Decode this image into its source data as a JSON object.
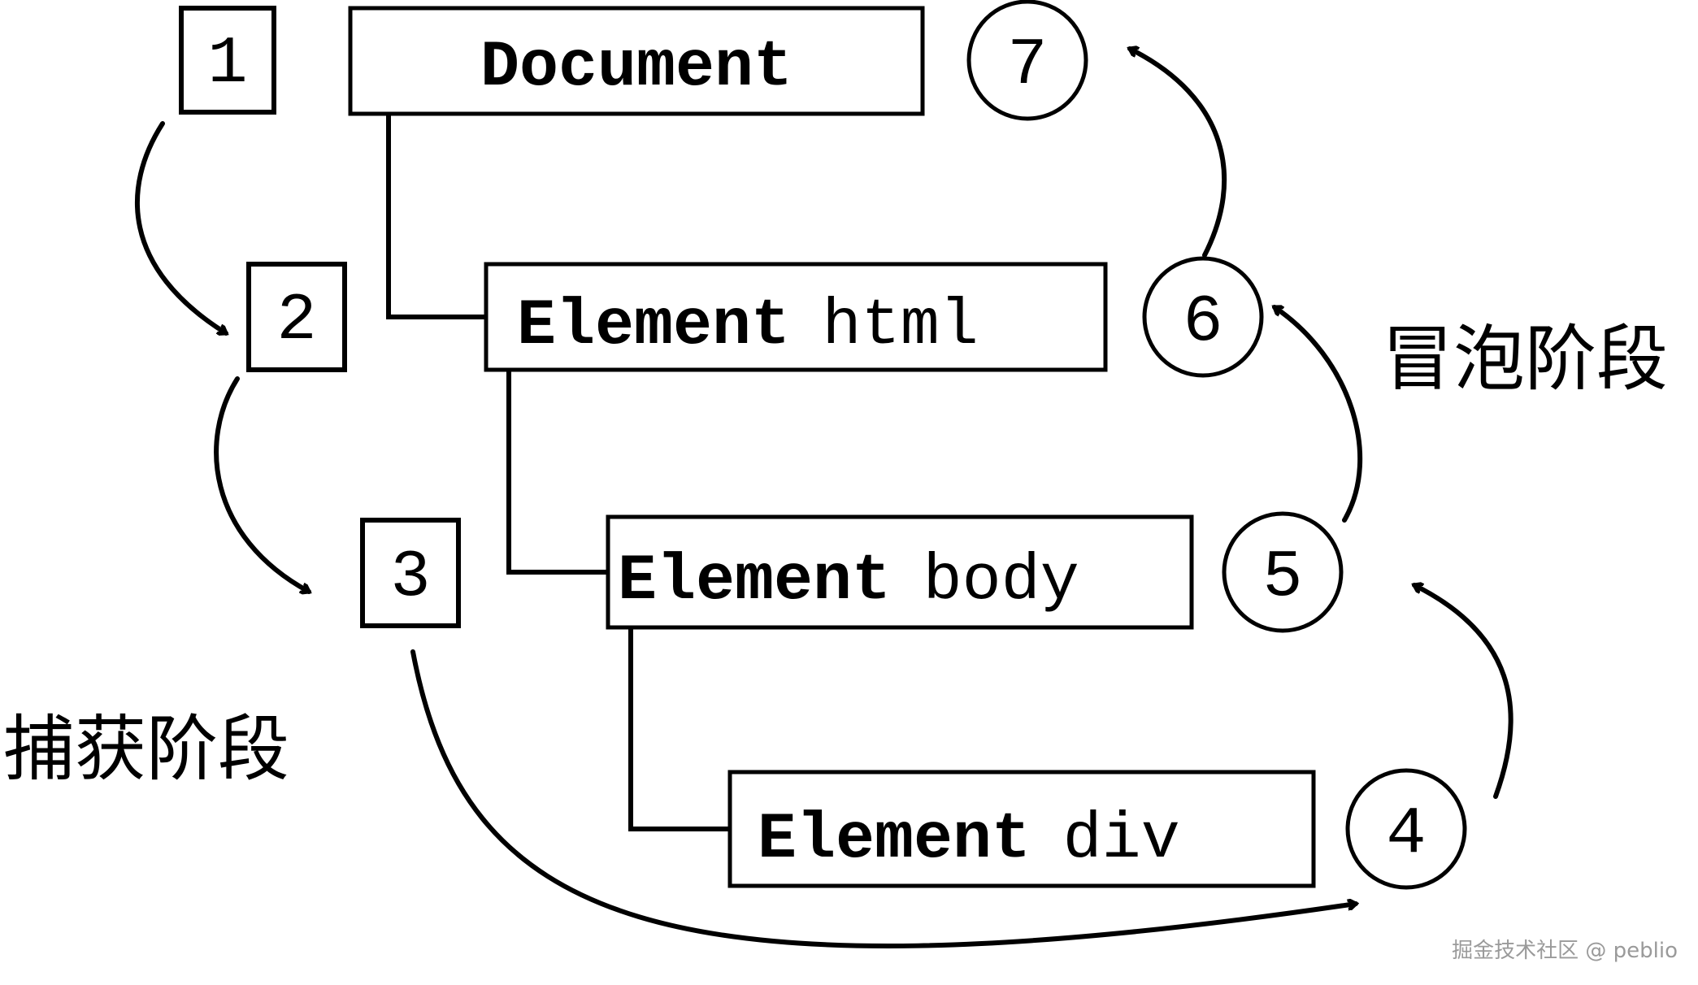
{
  "colors": {
    "ink": "#000000",
    "background": "#ffffff",
    "watermark": "#9a9a9a"
  },
  "nodes": [
    {
      "kind": "Document",
      "tag": ""
    },
    {
      "kind": "Element",
      "tag": "html"
    },
    {
      "kind": "Element",
      "tag": "body"
    },
    {
      "kind": "Element",
      "tag": "div"
    }
  ],
  "capture_steps": [
    {
      "number": "1"
    },
    {
      "number": "2"
    },
    {
      "number": "3"
    }
  ],
  "bubble_steps": [
    {
      "number": "4"
    },
    {
      "number": "5"
    },
    {
      "number": "6"
    },
    {
      "number": "7"
    }
  ],
  "labels": {
    "capture_phase": "捕获阶段",
    "bubble_phase": "冒泡阶段"
  },
  "watermark": {
    "text": "掘金技术社区 @ peblio"
  }
}
